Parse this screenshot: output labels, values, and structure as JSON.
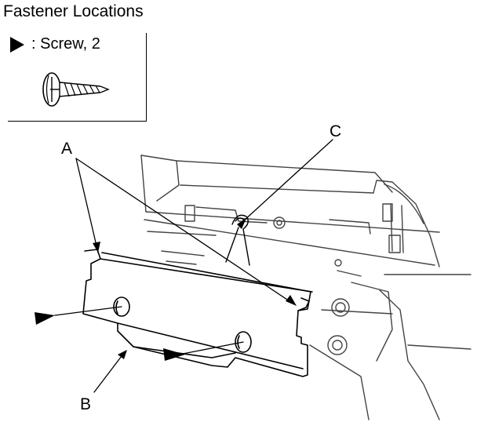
{
  "title": "Fastener Locations",
  "legend": {
    "text": ": Screw, 2",
    "marker_icon": "filled-triangle-arrow",
    "screw_icon": "screw-icon"
  },
  "callouts": {
    "a": "A",
    "b": "B",
    "c": "C"
  }
}
